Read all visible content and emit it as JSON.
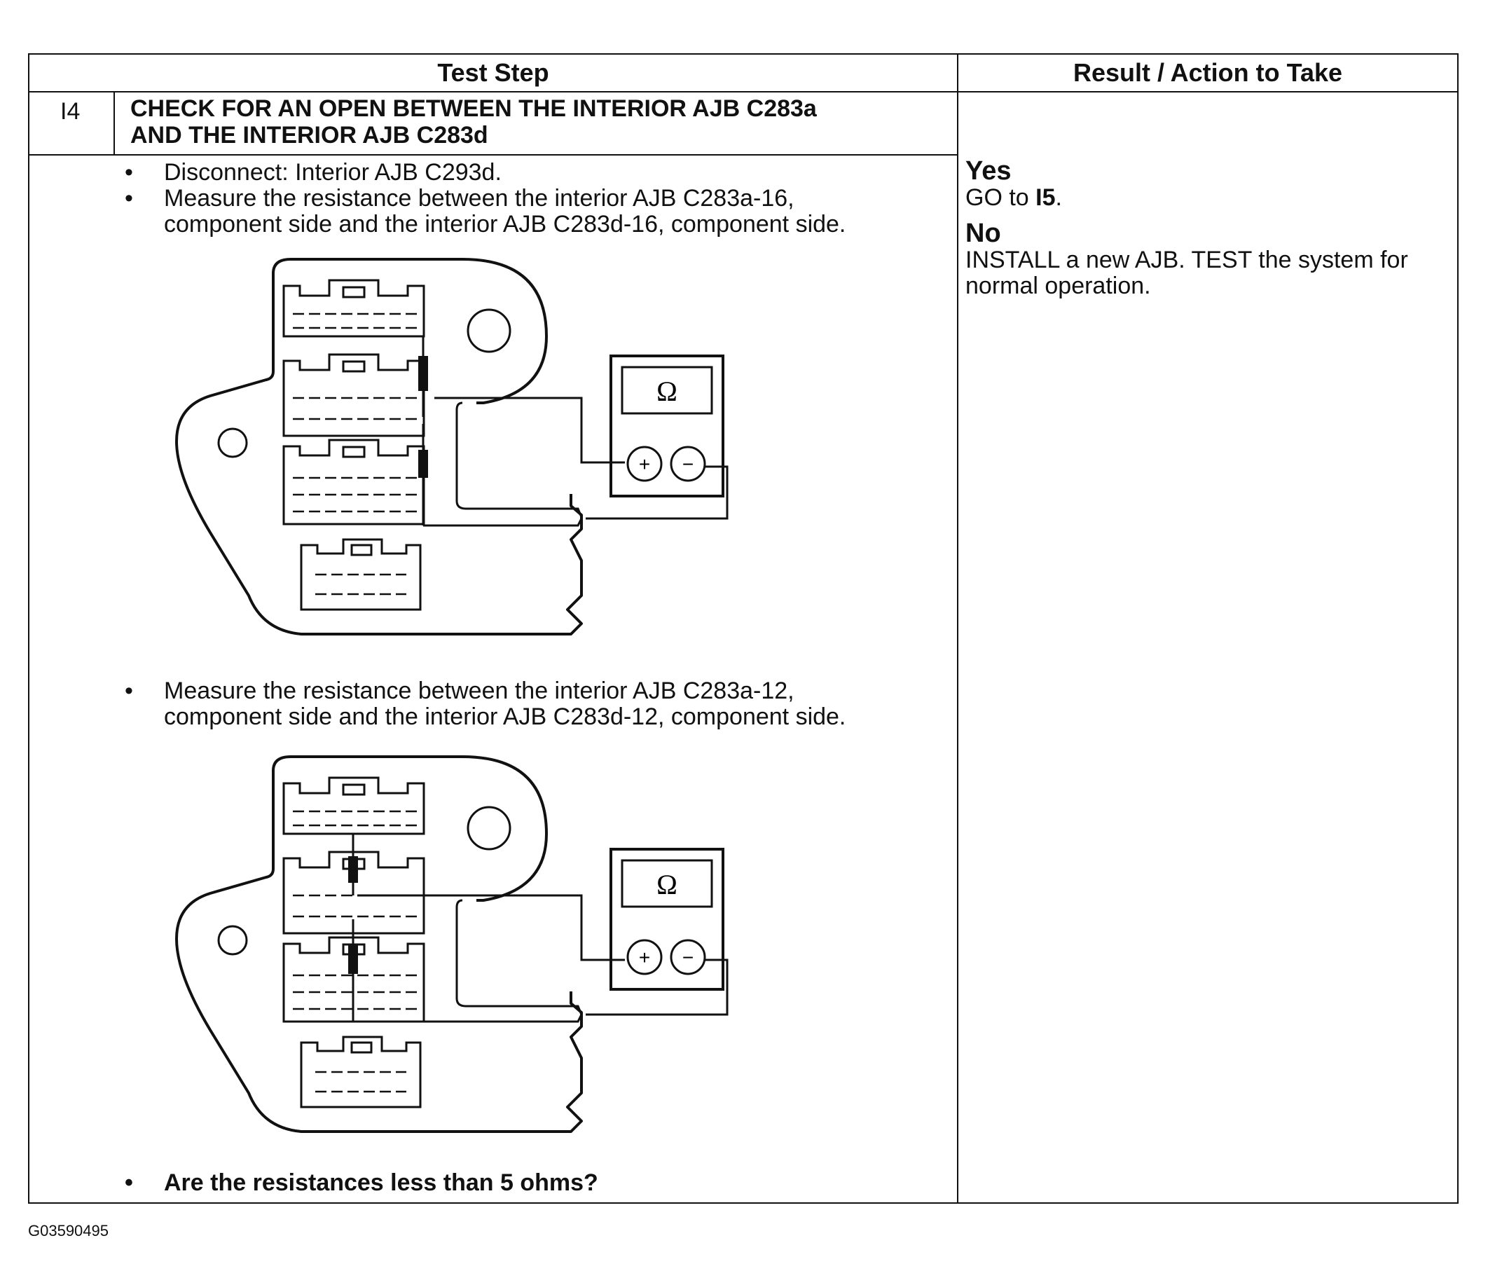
{
  "table": {
    "header_test_step": "Test Step",
    "header_result": "Result / Action to Take",
    "step_number": "I4",
    "step_title_line1": "CHECK FOR AN OPEN BETWEEN THE INTERIOR AJB C283a",
    "step_title_line2": "AND THE INTERIOR AJB C283d"
  },
  "steps": {
    "bullet1": "Disconnect: Interior AJB C293d.",
    "bullet2_line1": "Measure the resistance between the interior AJB C283a-16,",
    "bullet2_line2": "component side and the interior AJB C283d-16, component side.",
    "bullet3_line1": "Measure the resistance between the interior AJB C283a-12,",
    "bullet3_line2": "component side and the interior AJB C283d-12, component side.",
    "question": "Are the resistances less than 5 ohms?",
    "bullet_symbol": "•"
  },
  "results": {
    "yes_label": "Yes",
    "yes_prefix": "GO to ",
    "yes_target": "I5",
    "yes_suffix": ".",
    "no_label": "No",
    "no_line1": "INSTALL a new AJB. TEST the system for",
    "no_line2": "normal operation."
  },
  "meter": {
    "symbol": "Ω",
    "plus": "+",
    "minus": "−"
  },
  "footer": {
    "code": "G03590495"
  }
}
